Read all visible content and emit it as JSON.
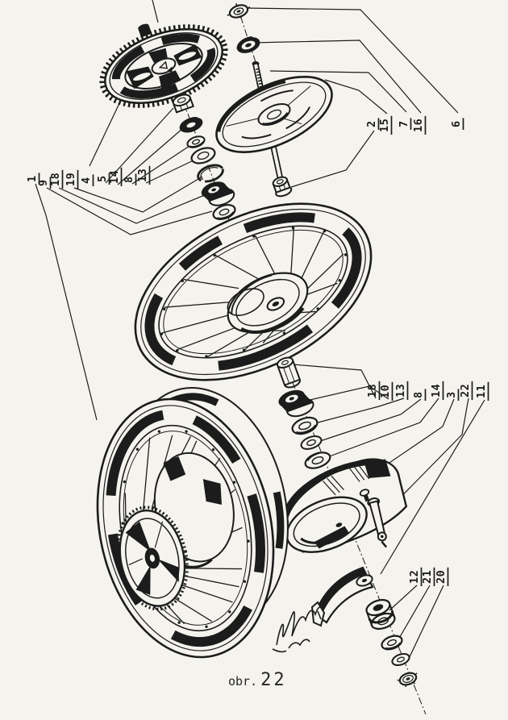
{
  "figure": {
    "caption": {
      "prefix": "obr.",
      "number": "22"
    }
  },
  "colors": {
    "paper": "#f5f3ee",
    "ink": "#1c1c1c"
  },
  "labels": {
    "left": [
      "1",
      "9",
      "18",
      "19",
      "4",
      "5",
      "14",
      "8",
      "13"
    ],
    "top_right": [
      "2",
      "15",
      "7",
      "16",
      "6"
    ],
    "mid_right": [
      "18",
      "10",
      "13",
      "8",
      "14",
      "3",
      "22",
      "11"
    ],
    "bottom_right": [
      "12",
      "21",
      "20"
    ]
  }
}
